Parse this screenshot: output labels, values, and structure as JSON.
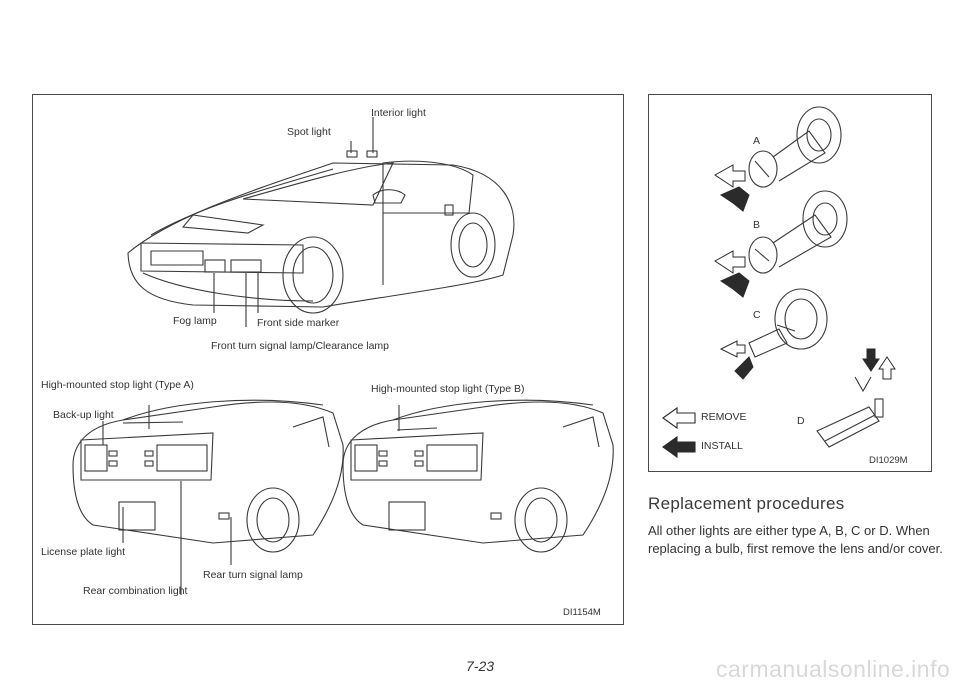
{
  "left_figure": {
    "labels": {
      "interior_light": "Interior light",
      "spot_light": "Spot light",
      "fog_lamp": "Fog lamp",
      "front_side_marker": "Front side marker",
      "front_turn_signal": "Front turn signal lamp/Clearance lamp",
      "stop_light_a": "High-mounted stop light (Type A)",
      "stop_light_b": "High-mounted stop light (Type B)",
      "back_up_light": "Back-up light",
      "license_plate_light": "License plate light",
      "rear_turn_signal": "Rear turn signal lamp",
      "rear_combination": "Rear combination light"
    },
    "code": "DI1154M"
  },
  "right_figure": {
    "bulb_labels": {
      "a": "A",
      "b": "B",
      "c": "C",
      "d": "D"
    },
    "legend": {
      "remove": "REMOVE",
      "install": "INSTALL"
    },
    "code": "DI1029M"
  },
  "section": {
    "heading": "Replacement procedures",
    "body": "All other lights are either type A, B, C or D. When replacing a bulb, first remove the lens and/or cover."
  },
  "page_number": "7-23",
  "watermark": "carmanualsonline.info"
}
